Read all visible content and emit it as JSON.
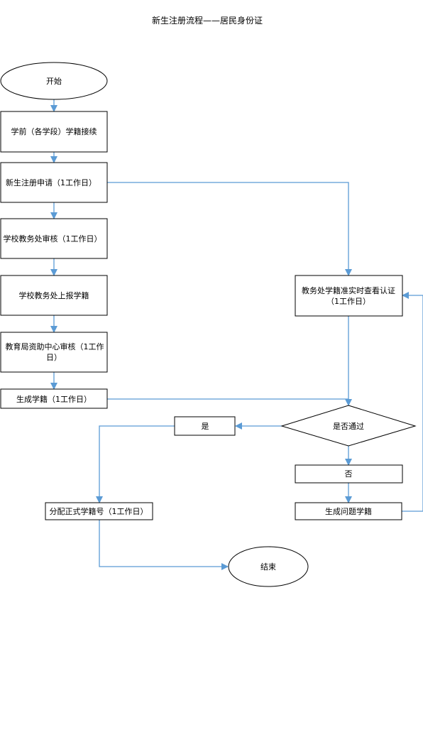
{
  "title": "新生注册流程——居民身份证",
  "nodes": {
    "start": "开始",
    "preschool": "学前（各学段）学籍接续",
    "apply": "新生注册申请（1工作日）",
    "audit": "学校教务处审核（1工作日）",
    "report": "学校教务处上报学籍",
    "aid_audit_1": "教育局资助中心审核（1工作",
    "aid_audit_2": "日）",
    "generate": "生成学籍（1工作日）",
    "verify_1": "教务处学籍准实时查看认证",
    "verify_2": "（1工作日）",
    "decision": "是否通过",
    "yes": "是",
    "no": "否",
    "assign": "分配正式学籍号（1工作日）",
    "problem": "生成问题学籍",
    "end": "结束"
  },
  "colors": {
    "connector": "#5b9bd5",
    "border": "#000000"
  }
}
